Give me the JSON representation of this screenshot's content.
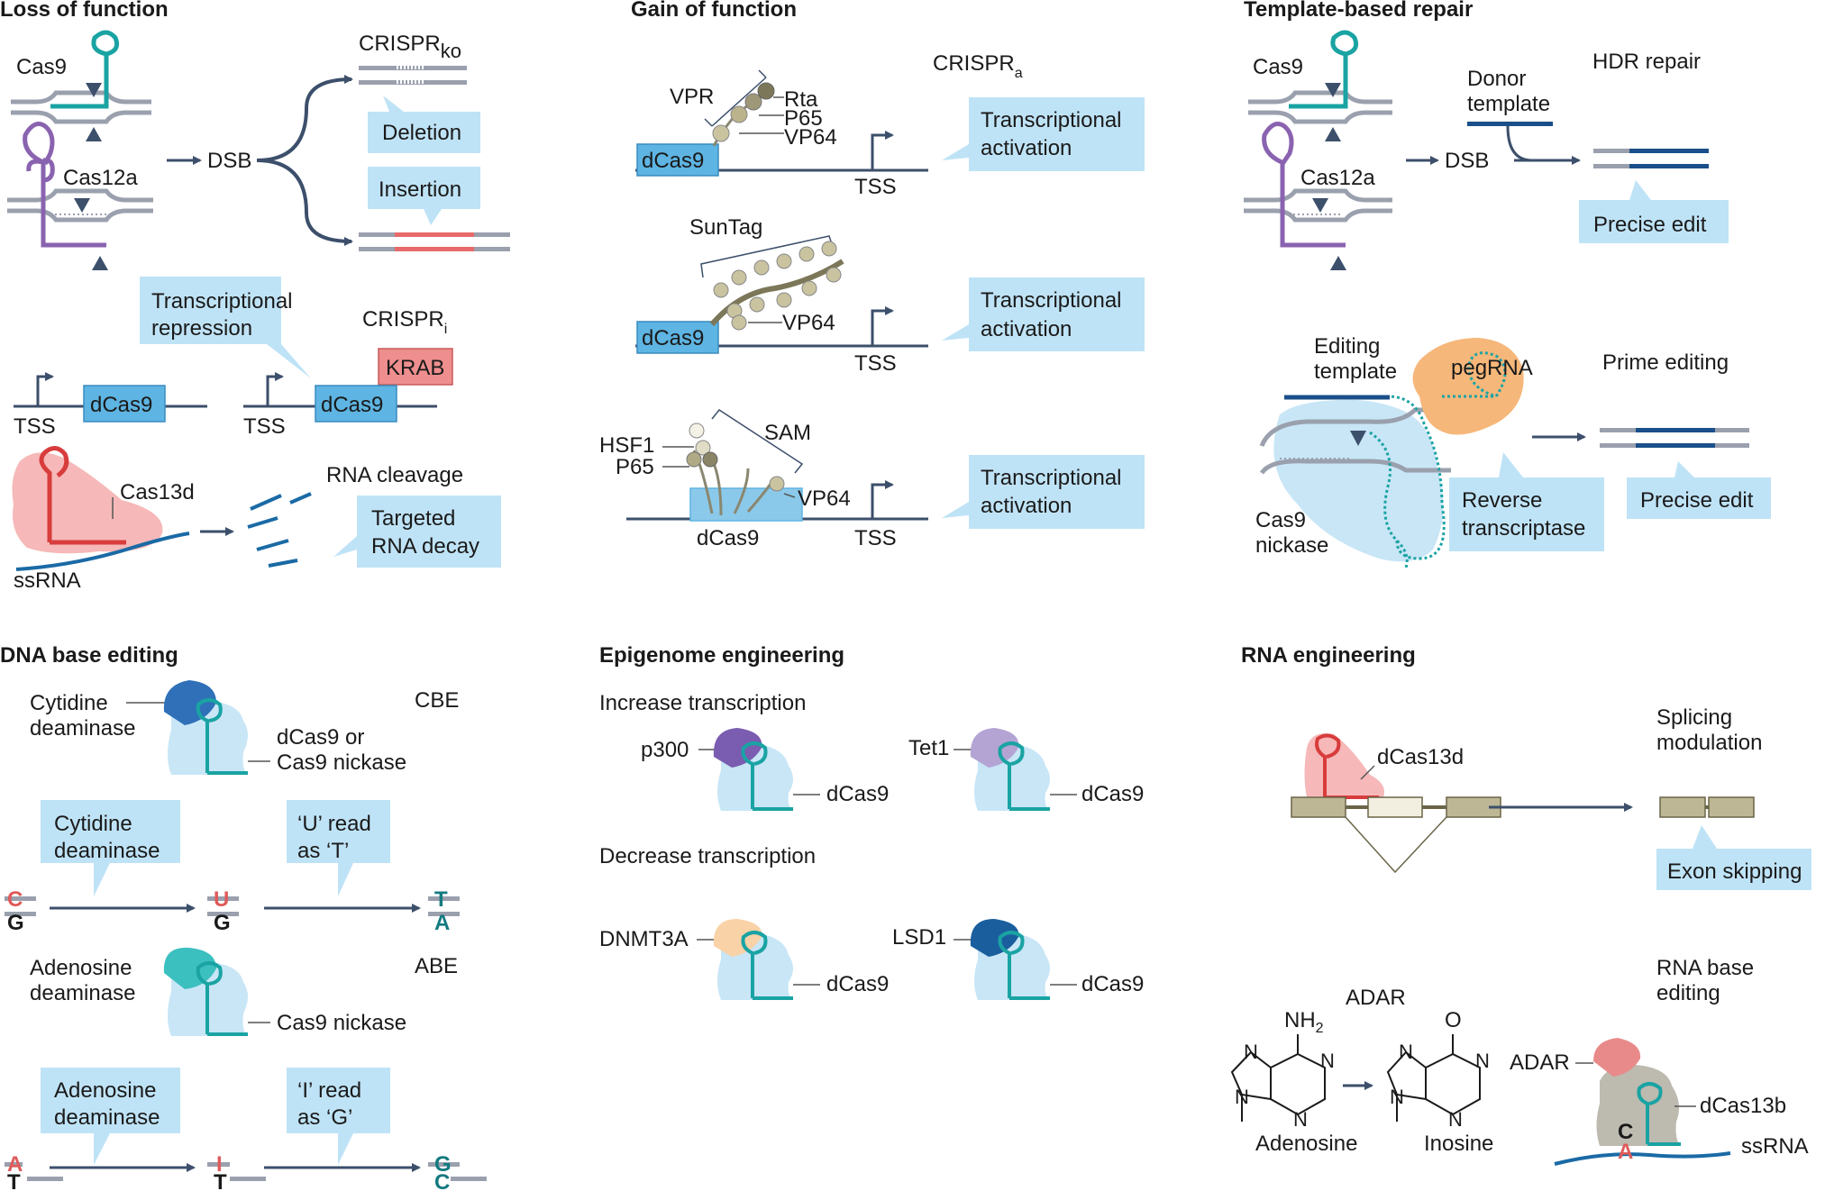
{
  "panels": {
    "loss": {
      "heading": "Loss of function",
      "cas9": "Cas9",
      "cas12a": "Cas12a",
      "dsb": "DSB",
      "crispr_ko": "CRISPR",
      "crispr_ko_sub": "ko",
      "deletion": "Deletion",
      "insertion": "Insertion",
      "repression": [
        "Transcriptional",
        "repression"
      ],
      "crispr_i": "CRISPR",
      "crispr_i_sub": "i",
      "krab": "KRAB",
      "dcas9": "dCas9",
      "tss": "TSS",
      "cas13d": "Cas13d",
      "rna_cleavage": "RNA cleavage",
      "rna_decay": [
        "Targeted",
        "RNA decay"
      ],
      "ssrna": "ssRNA"
    },
    "gain": {
      "heading": "Gain of function",
      "crispr_a": "CRISPR",
      "crispr_a_sub": "a",
      "vpr": "VPR",
      "rta": "Rta",
      "p65": "P65",
      "vp64": "VP64",
      "dcas9": "dCas9",
      "tss": "TSS",
      "activation": [
        "Transcriptional",
        "activation"
      ],
      "suntag": "SunTag",
      "sam": "SAM",
      "hsf1": "HSF1"
    },
    "template": {
      "heading": "Template-based repair",
      "cas9": "Cas9",
      "cas12a": "Cas12a",
      "dsb": "DSB",
      "donor": [
        "Donor",
        "template"
      ],
      "hdr": "HDR repair",
      "precise_edit": "Precise edit",
      "editing_template": [
        "Editing",
        "template"
      ],
      "pegrna": "pegRNA",
      "prime_editing": "Prime editing",
      "cas9_nickase": [
        "Cas9",
        "nickase"
      ],
      "rt": [
        "Reverse",
        "transcriptase"
      ]
    },
    "base": {
      "heading": "DNA base editing",
      "cytidine_deaminase": [
        "Cytidine",
        "deaminase"
      ],
      "cbe": "CBE",
      "dcas9_or": [
        "dCas9 or",
        "Cas9 nickase"
      ],
      "u_read": [
        "‘U’ read",
        "as ‘T’"
      ],
      "adenosine_deaminase": [
        "Adenosine",
        "deaminase"
      ],
      "abe": "ABE",
      "cas9_nickase": "Cas9 nickase",
      "i_read": [
        "‘I’ read",
        "as ‘G’"
      ],
      "bases": {
        "C": "C",
        "G": "G",
        "U": "U",
        "T": "T",
        "A": "A",
        "I": "I"
      }
    },
    "epi": {
      "heading": "Epigenome engineering",
      "increase": "Increase transcription",
      "decrease": "Decrease transcription",
      "p300": "p300",
      "tet1": "Tet1",
      "dnmt3a": "DNMT3A",
      "lsd1": "LSD1",
      "dcas9": "dCas9"
    },
    "rna": {
      "heading": "RNA engineering",
      "dcas13d": "dCas13d",
      "splicing": [
        "Splicing",
        "modulation"
      ],
      "exon_skipping": "Exon skipping",
      "adar_title": "ADAR",
      "nh2": "NH",
      "nh2_sub": "2",
      "o": "O",
      "n": "N",
      "adenosine": "Adenosine",
      "inosine": "Inosine",
      "rna_base": [
        "RNA base",
        "editing"
      ],
      "adar": "ADAR",
      "dcas13b": "dCas13b",
      "ssrna": "ssRNA",
      "c": "C",
      "a": "A"
    }
  },
  "colors": {
    "callout": "#bfe3f6",
    "dcas9_box": "#5eb4e2",
    "krab": "#ee8e8e",
    "dna": "#9aa0ad",
    "line": "#3c4f6b",
    "teal": "#1aa3a3",
    "purple": "#8a63b0",
    "cas_blob": "#c8e6f6",
    "red": "#d83c3c",
    "pink": "#f6b8b8",
    "orange": "#f6b77a",
    "domain_bead": "#c9c3a0",
    "exon": "#bdb796"
  }
}
